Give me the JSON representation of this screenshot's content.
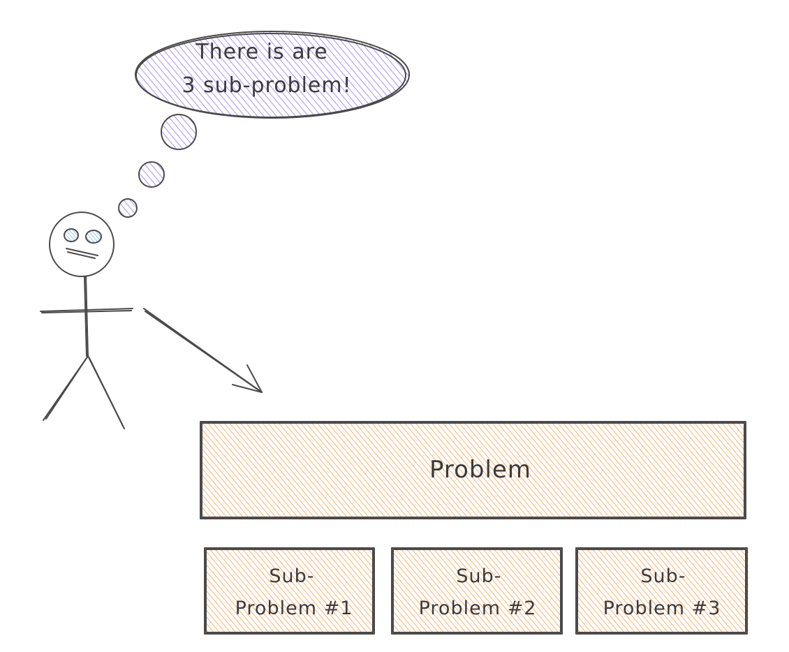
{
  "thought_bubble": {
    "line1": "There is are",
    "line2": "3 sub-problem!",
    "fill_color": "#b197fc"
  },
  "problem": {
    "label": "Problem",
    "fill_color": "#ffa94d"
  },
  "sub_problems": [
    {
      "line1": "Sub-",
      "line2": "Problem #1"
    },
    {
      "line1": "Sub-",
      "line2": "Problem #2"
    },
    {
      "line1": "Sub-",
      "line2": "Problem #3"
    }
  ],
  "colors": {
    "stroke": "#3b3b3b",
    "eye_fill": "#a5d8ff"
  }
}
